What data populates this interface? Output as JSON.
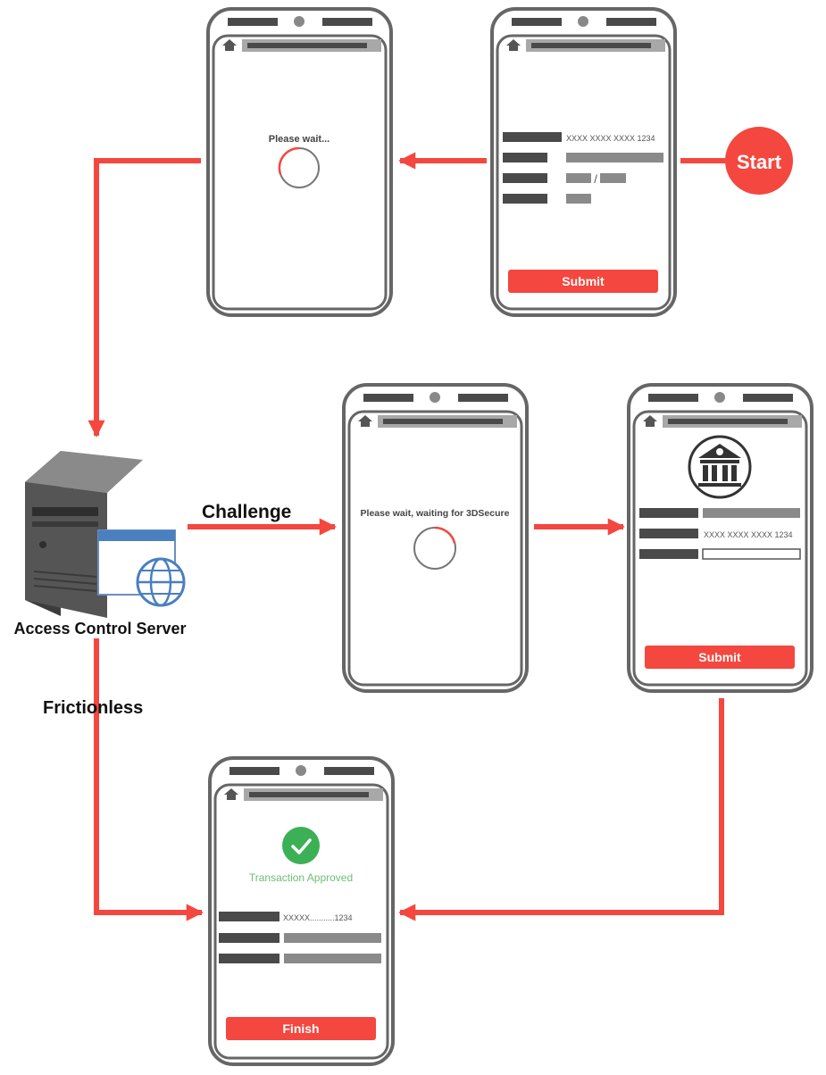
{
  "colors": {
    "accent": "#f4473f",
    "phone_frame": "#666666",
    "bar_dark": "#4a4a4a",
    "bar_mid": "#8a8a8a",
    "bar_light": "#a8a8a8",
    "success": "#3cb054",
    "success_text": "#6fbf73"
  },
  "flow": {
    "start_label": "Start",
    "challenge_label": "Challenge",
    "frictionless_label": "Frictionless",
    "server_label": "Access Control Server"
  },
  "phones": {
    "checkout": {
      "card_number": "XXXX XXXX XXXX 1234",
      "date_separator": "/",
      "submit_label": "Submit"
    },
    "wait1": {
      "message": "Please wait..."
    },
    "wait2": {
      "message": "Please wait, waiting for 3DSecure"
    },
    "bank": {
      "card_number": "XXXX XXXX XXXX 1234",
      "submit_label": "Submit",
      "bank_icon": "bank-icon"
    },
    "approved": {
      "status": "Transaction Approved",
      "card_masked": "XXXXX...........1234",
      "finish_label": "Finish",
      "check_icon": "checkmark-icon"
    }
  }
}
